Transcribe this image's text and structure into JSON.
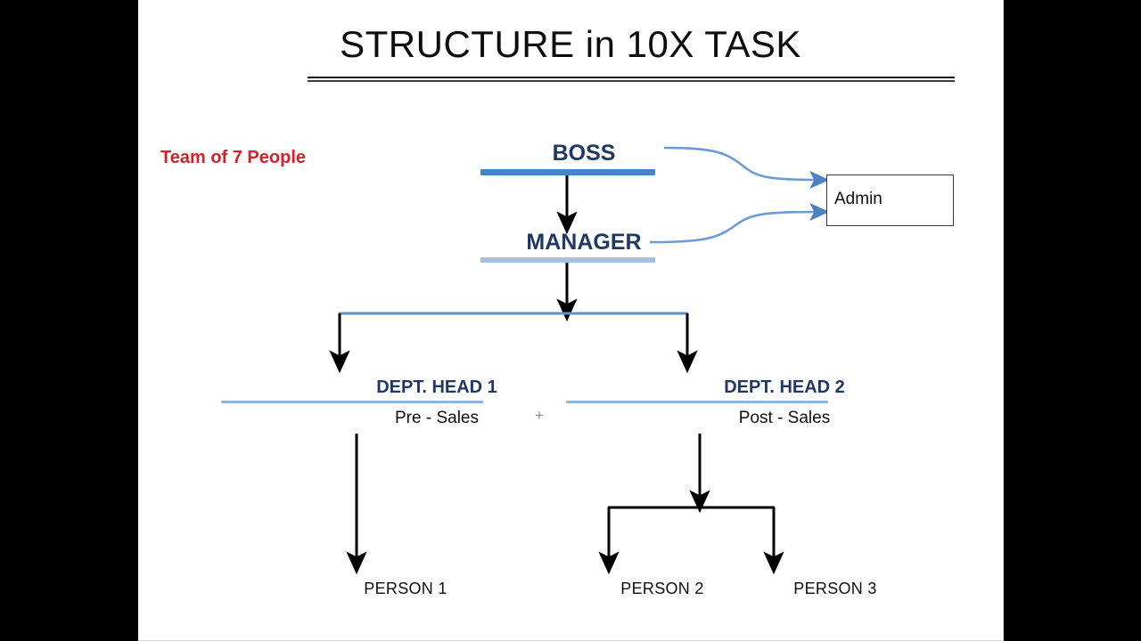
{
  "slide": {
    "title": "STRUCTURE in 10X TASK",
    "team_note": "Team of 7 People",
    "plus": "+"
  },
  "colors": {
    "title_text": "#0d0d0d",
    "team_note": "#d91f2b",
    "node_text": "#1f3864",
    "boss_bar": "#4a82c4",
    "manager_bar": "#a7c0e0",
    "dept_bar": "#94b3d7",
    "connector_blue": "#5b93cf",
    "arrow_black": "#000000",
    "admin_border": "#3a3a3a",
    "canvas": "#ffffff",
    "letterbox": "#000000"
  },
  "org": {
    "boss": {
      "label": "BOSS"
    },
    "manager": {
      "label": "MANAGER"
    },
    "admin": {
      "label": "Admin"
    },
    "dept_head_1": {
      "label": "DEPT. HEAD 1",
      "sub": "Pre - Sales"
    },
    "dept_head_2": {
      "label": "DEPT. HEAD 2",
      "sub": "Post - Sales"
    },
    "people": [
      {
        "label": "PERSON 1"
      },
      {
        "label": "PERSON 2"
      },
      {
        "label": "PERSON 3"
      }
    ]
  }
}
